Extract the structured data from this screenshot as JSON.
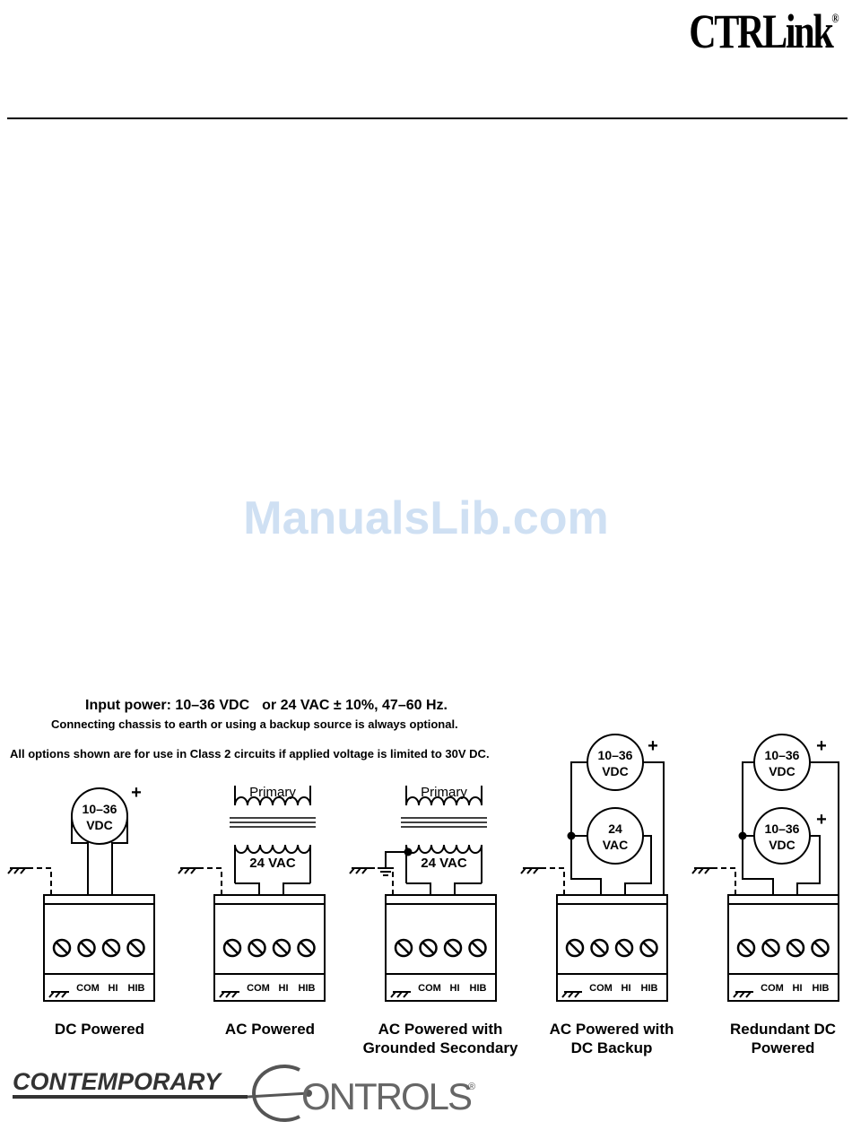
{
  "header": {
    "brand": "CTRLink",
    "brand_mark": "®"
  },
  "watermark": "ManualsLib.com",
  "figure": {
    "line1_a": "Input power:  10–36 VDC",
    "line1_b": "or   24 VAC ± 10%, 47–60 Hz.",
    "line2": "Connecting chassis to earth or using a backup source is always optional.",
    "line3": "All options shown are for use in Class 2 circuits if applied voltage is limited to 30V DC.",
    "terminal_labels": [
      "COM",
      "HI",
      "HIB"
    ],
    "plus": "+",
    "source_dc_top": "10–36",
    "source_dc_bottom": "VDC",
    "source_ac_top": "24",
    "source_ac_bottom": "VAC",
    "transformer_primary": "Primary",
    "transformer_secondary": "24 VAC",
    "captions": [
      [
        "DC Powered"
      ],
      [
        "AC Powered"
      ],
      [
        "AC Powered with",
        "Grounded Secondary"
      ],
      [
        "AC Powered with",
        "DC Backup"
      ],
      [
        "Redundant DC",
        "Powered"
      ]
    ]
  },
  "footer": {
    "company_a": "CONTEMPORARY",
    "company_b": "ONTROLS",
    "mark": "®"
  }
}
